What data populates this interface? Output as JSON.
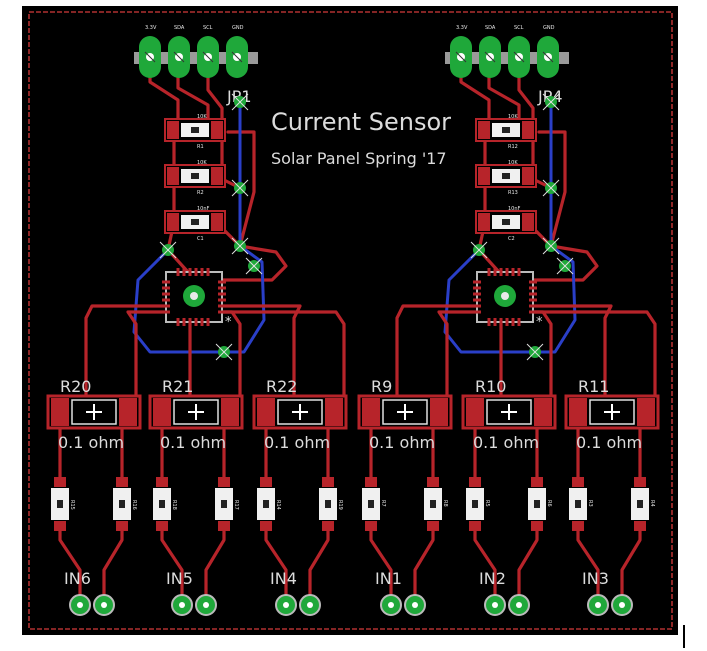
{
  "board": {
    "title": "Current Sensor",
    "subtitle": "Solar Panel Spring '17",
    "colors": {
      "background": "#000000",
      "trace_top": "#b7242a",
      "trace_bottom": "#2a3fc8",
      "pad": "#1fa83a",
      "silkscreen": "#dcdcdc",
      "outline": "#b03030"
    }
  },
  "groups": [
    {
      "connector": {
        "name": "JP1",
        "pins": [
          "3.3V",
          "SDA",
          "SCL",
          "GND"
        ]
      },
      "passives": [
        {
          "ref": "R1",
          "value": "10K"
        },
        {
          "ref": "R2",
          "value": "10K"
        },
        {
          "ref": "C1",
          "value": "10nF"
        }
      ]
    },
    {
      "connector": {
        "name": "JP4",
        "pins": [
          "3.3V",
          "SDA",
          "SCL",
          "GND"
        ]
      },
      "passives": [
        {
          "ref": "R12",
          "value": "10K"
        },
        {
          "ref": "R13",
          "value": "10K"
        },
        {
          "ref": "C2",
          "value": "10nF"
        }
      ]
    }
  ],
  "shunts": [
    {
      "ref": "R20",
      "value": "0.1 ohm"
    },
    {
      "ref": "R21",
      "value": "0.1 ohm"
    },
    {
      "ref": "R22",
      "value": "0.1 ohm"
    },
    {
      "ref": "R9",
      "value": "0.1 ohm"
    },
    {
      "ref": "R10",
      "value": "0.1 ohm"
    },
    {
      "ref": "R11",
      "value": "0.1 ohm"
    }
  ],
  "inputs": [
    "IN6",
    "IN5",
    "IN4",
    "IN1",
    "IN2",
    "IN3"
  ],
  "filters": [
    {
      "a": "R15",
      "b": "R16"
    },
    {
      "a": "R18",
      "b": "R17"
    },
    {
      "a": "R14",
      "b": "R19"
    },
    {
      "a": "R7",
      "b": "R8"
    },
    {
      "a": "R5",
      "b": "R6"
    },
    {
      "a": "R3",
      "b": "R4"
    }
  ],
  "ic_marker": "*"
}
